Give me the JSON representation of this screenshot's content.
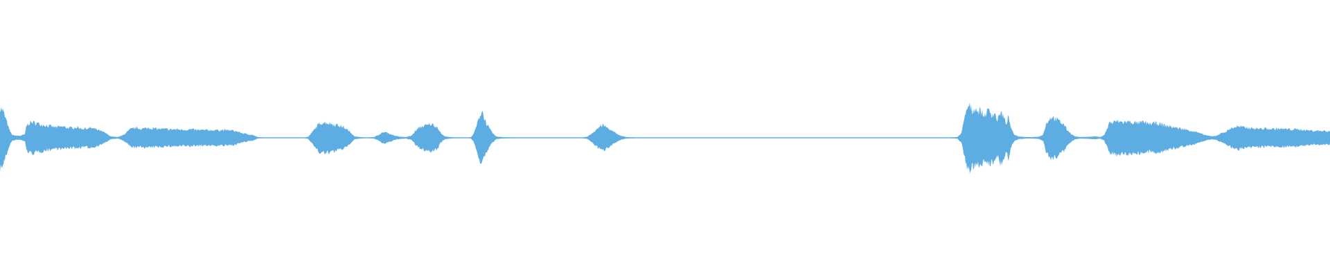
{
  "waveform": {
    "color": "#5dade2",
    "background": "#ffffff",
    "envelope": [
      [
        0,
        0.86
      ],
      [
        4,
        0.78
      ],
      [
        9,
        0.5
      ],
      [
        14,
        0.2
      ],
      [
        18,
        0.08
      ],
      [
        24,
        0.06
      ],
      [
        30,
        0.06
      ],
      [
        36,
        0.1
      ],
      [
        38,
        0.34
      ],
      [
        42,
        0.42
      ],
      [
        46,
        0.44
      ],
      [
        52,
        0.42
      ],
      [
        60,
        0.38
      ],
      [
        70,
        0.34
      ],
      [
        80,
        0.3
      ],
      [
        90,
        0.32
      ],
      [
        100,
        0.28
      ],
      [
        110,
        0.3
      ],
      [
        120,
        0.26
      ],
      [
        132,
        0.28
      ],
      [
        142,
        0.22
      ],
      [
        152,
        0.14
      ],
      [
        160,
        0.04
      ],
      [
        170,
        0.02
      ],
      [
        176,
        0.06
      ],
      [
        182,
        0.14
      ],
      [
        188,
        0.24
      ],
      [
        195,
        0.28
      ],
      [
        205,
        0.26
      ],
      [
        215,
        0.28
      ],
      [
        225,
        0.26
      ],
      [
        235,
        0.25
      ],
      [
        245,
        0.24
      ],
      [
        255,
        0.24
      ],
      [
        265,
        0.23
      ],
      [
        275,
        0.24
      ],
      [
        285,
        0.22
      ],
      [
        295,
        0.22
      ],
      [
        305,
        0.22
      ],
      [
        315,
        0.22
      ],
      [
        325,
        0.22
      ],
      [
        335,
        0.21
      ],
      [
        342,
        0.18
      ],
      [
        350,
        0.13
      ],
      [
        358,
        0.1
      ],
      [
        365,
        0.08
      ],
      [
        372,
        0.02
      ],
      [
        380,
        0.01
      ],
      [
        400,
        0.01
      ],
      [
        420,
        0.01
      ],
      [
        440,
        0.01
      ],
      [
        445,
        0.03
      ],
      [
        450,
        0.14
      ],
      [
        456,
        0.3
      ],
      [
        462,
        0.42
      ],
      [
        470,
        0.44
      ],
      [
        478,
        0.4
      ],
      [
        488,
        0.36
      ],
      [
        496,
        0.3
      ],
      [
        502,
        0.22
      ],
      [
        508,
        0.12
      ],
      [
        512,
        0.04
      ],
      [
        520,
        0.02
      ],
      [
        530,
        0.01
      ],
      [
        540,
        0.02
      ],
      [
        548,
        0.1
      ],
      [
        555,
        0.17
      ],
      [
        562,
        0.12
      ],
      [
        570,
        0.06
      ],
      [
        578,
        0.03
      ],
      [
        586,
        0.02
      ],
      [
        594,
        0.06
      ],
      [
        600,
        0.2
      ],
      [
        606,
        0.3
      ],
      [
        612,
        0.34
      ],
      [
        618,
        0.36
      ],
      [
        622,
        0.4
      ],
      [
        626,
        0.36
      ],
      [
        632,
        0.3
      ],
      [
        636,
        0.14
      ],
      [
        642,
        0.04
      ],
      [
        650,
        0.02
      ],
      [
        660,
        0.01
      ],
      [
        675,
        0.01
      ],
      [
        680,
        0.02
      ],
      [
        684,
        0.12
      ],
      [
        688,
        0.34
      ],
      [
        692,
        0.6
      ],
      [
        696,
        0.78
      ],
      [
        699,
        0.56
      ],
      [
        704,
        0.34
      ],
      [
        710,
        0.16
      ],
      [
        716,
        0.04
      ],
      [
        724,
        0.02
      ],
      [
        740,
        0.01
      ],
      [
        780,
        0.01
      ],
      [
        820,
        0.01
      ],
      [
        840,
        0.01
      ],
      [
        848,
        0.03
      ],
      [
        854,
        0.12
      ],
      [
        860,
        0.22
      ],
      [
        866,
        0.32
      ],
      [
        870,
        0.36
      ],
      [
        874,
        0.32
      ],
      [
        880,
        0.24
      ],
      [
        888,
        0.14
      ],
      [
        896,
        0.06
      ],
      [
        904,
        0.02
      ],
      [
        920,
        0.01
      ],
      [
        1000,
        0.01
      ],
      [
        1100,
        0.01
      ],
      [
        1200,
        0.01
      ],
      [
        1300,
        0.01
      ],
      [
        1370,
        0.01
      ],
      [
        1382,
        0.02
      ],
      [
        1388,
        0.14
      ],
      [
        1392,
        0.5
      ],
      [
        1396,
        0.84
      ],
      [
        1400,
        0.9
      ],
      [
        1404,
        0.76
      ],
      [
        1408,
        0.86
      ],
      [
        1412,
        0.74
      ],
      [
        1416,
        0.8
      ],
      [
        1420,
        0.62
      ],
      [
        1424,
        0.72
      ],
      [
        1428,
        0.78
      ],
      [
        1432,
        0.66
      ],
      [
        1436,
        0.7
      ],
      [
        1440,
        0.5
      ],
      [
        1444,
        0.72
      ],
      [
        1448,
        0.64
      ],
      [
        1452,
        0.4
      ],
      [
        1456,
        0.58
      ],
      [
        1460,
        0.24
      ],
      [
        1464,
        0.1
      ],
      [
        1470,
        0.04
      ],
      [
        1480,
        0.02
      ],
      [
        1490,
        0.02
      ],
      [
        1500,
        0.03
      ],
      [
        1506,
        0.1
      ],
      [
        1510,
        0.38
      ],
      [
        1514,
        0.52
      ],
      [
        1518,
        0.6
      ],
      [
        1524,
        0.54
      ],
      [
        1530,
        0.46
      ],
      [
        1536,
        0.38
      ],
      [
        1540,
        0.24
      ],
      [
        1546,
        0.12
      ],
      [
        1552,
        0.04
      ],
      [
        1560,
        0.02
      ],
      [
        1574,
        0.03
      ],
      [
        1582,
        0.04
      ],
      [
        1588,
        0.02
      ],
      [
        1594,
        0.08
      ],
      [
        1598,
        0.24
      ],
      [
        1602,
        0.46
      ],
      [
        1606,
        0.42
      ],
      [
        1612,
        0.48
      ],
      [
        1620,
        0.44
      ],
      [
        1630,
        0.46
      ],
      [
        1640,
        0.42
      ],
      [
        1650,
        0.44
      ],
      [
        1660,
        0.4
      ],
      [
        1670,
        0.42
      ],
      [
        1680,
        0.36
      ],
      [
        1690,
        0.32
      ],
      [
        1700,
        0.28
      ],
      [
        1710,
        0.24
      ],
      [
        1720,
        0.2
      ],
      [
        1728,
        0.16
      ],
      [
        1736,
        0.1
      ],
      [
        1744,
        0.06
      ],
      [
        1750,
        0.04
      ],
      [
        1756,
        0.06
      ],
      [
        1762,
        0.12
      ],
      [
        1770,
        0.18
      ],
      [
        1778,
        0.28
      ],
      [
        1786,
        0.32
      ],
      [
        1795,
        0.3
      ],
      [
        1805,
        0.28
      ],
      [
        1815,
        0.26
      ],
      [
        1825,
        0.26
      ],
      [
        1835,
        0.25
      ],
      [
        1845,
        0.26
      ],
      [
        1855,
        0.25
      ],
      [
        1865,
        0.24
      ],
      [
        1875,
        0.24
      ],
      [
        1885,
        0.22
      ],
      [
        1895,
        0.2
      ],
      [
        1905,
        0.2
      ],
      [
        1920,
        0.19
      ]
    ]
  }
}
